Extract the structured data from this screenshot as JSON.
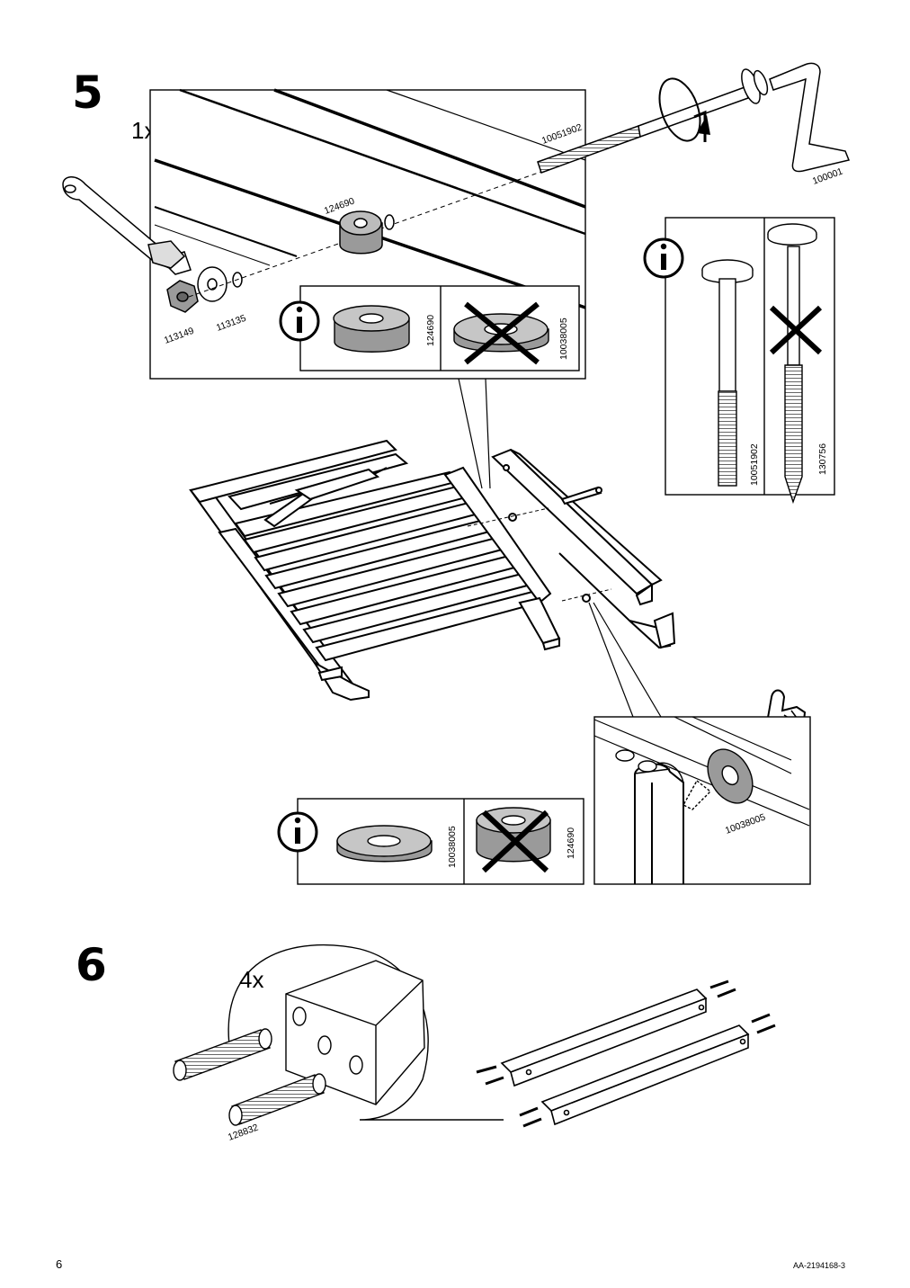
{
  "step5": {
    "number": "5",
    "quantity": "1x",
    "parts": {
      "bolt": "10051902",
      "allen_key": "100001",
      "spacer": "124690",
      "nut": "113149",
      "washer": "113135"
    },
    "info_top": {
      "correct": "124690",
      "wrong": "10038005"
    },
    "info_bolts": {
      "correct": "10051902",
      "wrong": "130756"
    },
    "info_bottom": {
      "correct": "10038005",
      "wrong": "124690"
    },
    "detail_washer": "10038005"
  },
  "step6": {
    "number": "6",
    "quantity": "4x",
    "dowel": "128832"
  },
  "footer": {
    "page_number": "6",
    "doc_id": "AA-2194168-3"
  }
}
